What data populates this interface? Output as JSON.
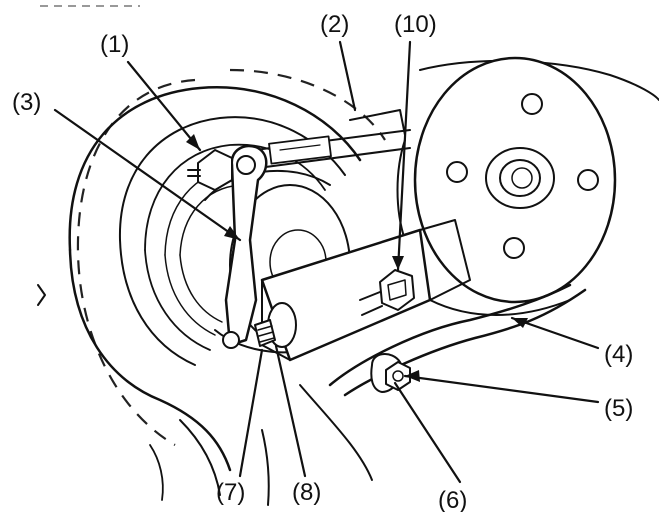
{
  "figure": {
    "top_caption_fragment": "",
    "callouts": [
      {
        "id": "c1",
        "text": "(1)"
      },
      {
        "id": "c2",
        "text": "(2)"
      },
      {
        "id": "c3",
        "text": "(3)"
      },
      {
        "id": "c4",
        "text": "(4)"
      },
      {
        "id": "c5",
        "text": "(5)"
      },
      {
        "id": "c6",
        "text": "(6)"
      },
      {
        "id": "c7",
        "text": "(7)"
      },
      {
        "id": "c8",
        "text": "(8)"
      },
      {
        "id": "c10",
        "text": "(10)"
      }
    ]
  }
}
